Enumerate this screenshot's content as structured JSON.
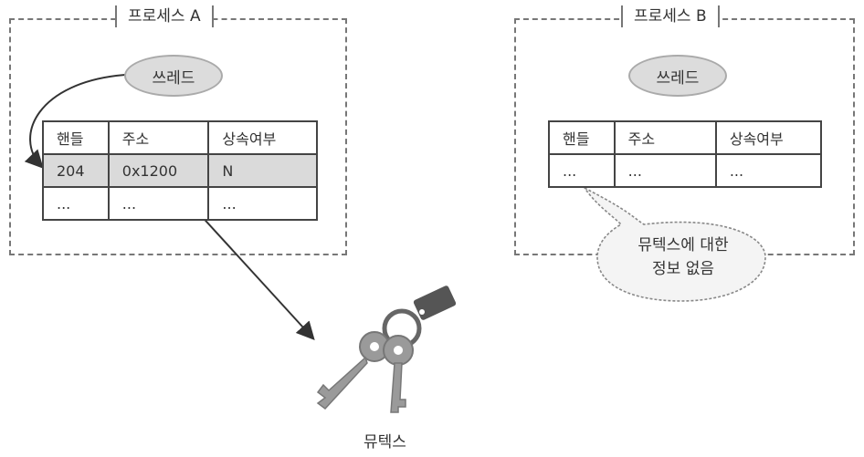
{
  "process_a": {
    "title": "프로세스 A",
    "thread_label": "쓰레드",
    "headers": [
      "핸들",
      "주소",
      "상속여부"
    ],
    "rows": [
      [
        "204",
        "0x1200",
        "N"
      ],
      [
        "...",
        "...",
        "..."
      ]
    ]
  },
  "process_b": {
    "title": "프로세스 B",
    "thread_label": "쓰레드",
    "headers": [
      "핸들",
      "주소",
      "상속여부"
    ],
    "rows": [
      [
        "...",
        "...",
        "..."
      ]
    ],
    "callout_line1": "뮤텍스에 대한",
    "callout_line2": "정보 없음"
  },
  "mutex_label": "뮤텍스",
  "colors": {
    "highlight_row": "#dadada",
    "key_fill": "#9a9a9a",
    "tag_fill": "#555555",
    "bubble_fill": "#f4f4f4"
  }
}
